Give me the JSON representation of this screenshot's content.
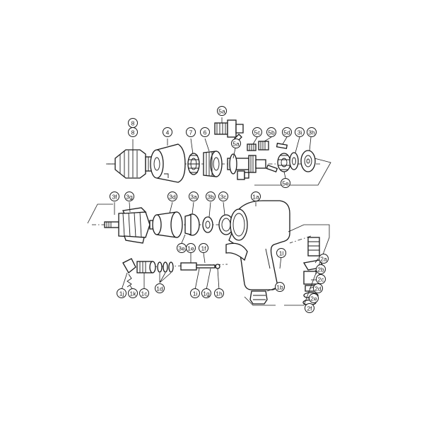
{
  "callouts": [
    {
      "id": "8_top",
      "label": "8"
    },
    {
      "id": "8",
      "label": "8"
    },
    {
      "id": "4",
      "label": "4"
    },
    {
      "id": "7",
      "label": "7"
    },
    {
      "id": "6",
      "label": "6"
    },
    {
      "id": "5a_top",
      "label": "5a"
    },
    {
      "id": "5a",
      "label": "5a"
    },
    {
      "id": "5c",
      "label": "5c"
    },
    {
      "id": "5b",
      "label": "5b"
    },
    {
      "id": "5d",
      "label": "5d"
    },
    {
      "id": "3i",
      "label": "3i"
    },
    {
      "id": "3h",
      "label": "3h"
    },
    {
      "id": "5e",
      "label": "5e"
    },
    {
      "id": "3f",
      "label": "3f"
    },
    {
      "id": "3g",
      "label": "3g"
    },
    {
      "id": "3d",
      "label": "3d"
    },
    {
      "id": "3a",
      "label": "3a"
    },
    {
      "id": "3b",
      "label": "3b"
    },
    {
      "id": "3c",
      "label": "3c"
    },
    {
      "id": "1a",
      "label": "1a"
    },
    {
      "id": "3e",
      "label": "3e"
    },
    {
      "id": "1e",
      "label": "1e"
    },
    {
      "id": "1f",
      "label": "1f"
    },
    {
      "id": "1l",
      "label": "1l"
    },
    {
      "id": "2a",
      "label": "2a"
    },
    {
      "id": "2b",
      "label": "2b"
    },
    {
      "id": "2c",
      "label": "2c"
    },
    {
      "id": "2d",
      "label": "2d"
    },
    {
      "id": "2e",
      "label": "2e"
    },
    {
      "id": "2f",
      "label": "2f"
    },
    {
      "id": "1b",
      "label": "1b"
    },
    {
      "id": "1j",
      "label": "1j"
    },
    {
      "id": "1k",
      "label": "1k"
    },
    {
      "id": "1c",
      "label": "1c"
    },
    {
      "id": "1d",
      "label": "1d"
    },
    {
      "id": "1i",
      "label": "1i"
    },
    {
      "id": "1g",
      "label": "1g"
    },
    {
      "id": "1h",
      "label": "1h"
    }
  ]
}
